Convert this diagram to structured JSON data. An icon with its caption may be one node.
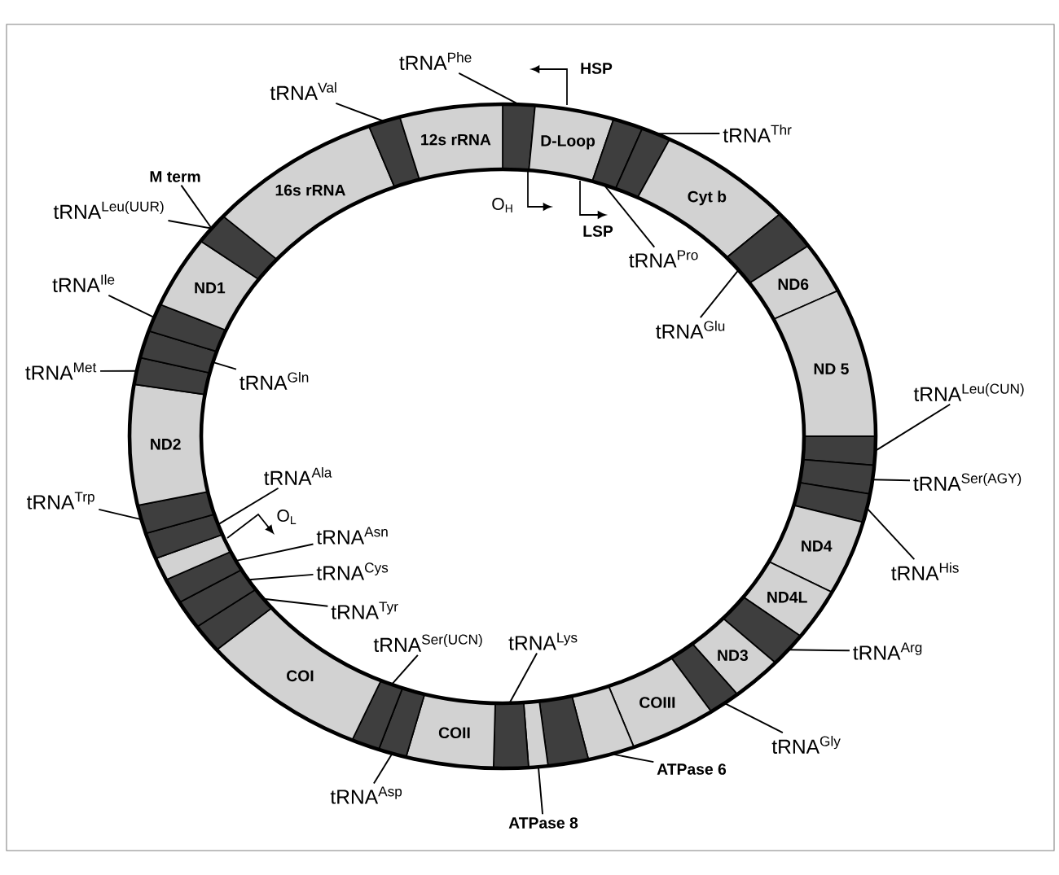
{
  "diagram": {
    "nodes": [
      {
        "text": [],
        "shape": "band"
      },
      {
        "text": [
          "D-Loop"
        ]
      },
      {
        "text": [],
        "shape": "band"
      },
      {
        "text": [],
        "shape": "band"
      },
      {
        "text": [
          "Cyt b"
        ]
      },
      {
        "text": [],
        "shape": "band"
      },
      {
        "text": [
          "ND6"
        ]
      },
      {
        "text": [
          "ND 5"
        ]
      },
      {
        "text": [],
        "shape": "band"
      },
      {
        "text": [],
        "shape": "band"
      },
      {
        "text": [],
        "shape": "band"
      },
      {
        "text": [
          "ND4"
        ]
      },
      {
        "text": [
          "ND4L"
        ]
      },
      {
        "text": [],
        "shape": "band"
      },
      {
        "text": [
          "ND3"
        ]
      },
      {
        "text": [],
        "shape": "band"
      },
      {
        "text": [
          "COIII"
        ]
      },
      {
        "text": [],
        "shape": "band"
      },
      {
        "text": [],
        "shape": "band"
      },
      {
        "text": [],
        "shape": "band"
      },
      {
        "text": [],
        "shape": "band"
      },
      {
        "text": [
          "COII"
        ]
      },
      {
        "text": [],
        "shape": "band"
      },
      {
        "text": [],
        "shape": "band"
      },
      {
        "text": [
          "COI"
        ]
      },
      {
        "text": [],
        "shape": "band"
      },
      {
        "text": [],
        "shape": "band"
      },
      {
        "text": [],
        "shape": "band"
      },
      {
        "text": [],
        "shape": "band"
      },
      {
        "text": [],
        "shape": "band"
      },
      {
        "text": [],
        "shape": "band"
      },
      {
        "text": [
          "ND2"
        ]
      },
      {
        "text": [],
        "shape": "band"
      },
      {
        "text": [],
        "shape": "band"
      },
      {
        "text": [],
        "shape": "band"
      },
      {
        "text": [
          "ND1"
        ]
      },
      {
        "text": [],
        "shape": "band"
      },
      {
        "text": [
          "16s rRNA"
        ]
      },
      {
        "text": [],
        "shape": "band"
      },
      {
        "text": [
          "12s rRNA"
        ]
      },
      {
        "text": [
          "tRNA$^{Phe}$"
        ]
      },
      {
        "text": [
          "tRNA$^{Val}$"
        ]
      },
      {
        "text": [
          "M term"
        ]
      },
      {
        "text": [
          "tRNA$^{Leu(UUR)}$"
        ]
      },
      {
        "text": [
          "tRNA$^{Ile}$"
        ]
      },
      {
        "text": [
          "tRNA$^{Met}$"
        ]
      },
      {
        "text": [
          "tRNA$^{Gln}$"
        ]
      },
      {
        "text": [
          "tRNA$^{Trp}$"
        ]
      },
      {
        "text": [
          "tRNA$^{Ala}$"
        ]
      },
      {
        "text": [
          "tRNA$^{Asn}$"
        ]
      },
      {
        "text": [
          "tRNA$^{Cys}$"
        ]
      },
      {
        "text": [
          "tRNA$^{Tyr}$"
        ]
      },
      {
        "text": [
          "tRNA$^{Ser(UCN)}$"
        ]
      },
      {
        "text": [
          "tRNA$^{Lys}$"
        ]
      },
      {
        "text": [
          "tRNA$^{Asp}$"
        ]
      },
      {
        "text": [
          "ATPase 8"
        ]
      },
      {
        "text": [
          "ATPase 6"
        ]
      },
      {
        "text": [
          "tRNA$^{Gly}$"
        ]
      },
      {
        "text": [
          "tRNA$^{Arg}$"
        ]
      },
      {
        "text": [
          "tRNA$^{His}$"
        ]
      },
      {
        "text": [
          "tRNA$^{Ser(AGY)}$"
        ]
      },
      {
        "text": [
          "tRNA$^{Leu(CUN)}$"
        ]
      },
      {
        "text": [
          "tRNA$^{Glu}$"
        ]
      },
      {
        "text": [
          "tRNA$^{Pro}$"
        ]
      },
      {
        "text": [
          "tRNA$^{Thr}$"
        ]
      }
    ],
    "edges": [
      {
        "from": 40,
        "to": 0,
        "arrow": "none"
      },
      {
        "from": 41,
        "to": 38,
        "arrow": "none"
      },
      {
        "from": 42,
        "to": 36,
        "arrow": "none"
      },
      {
        "from": 43,
        "to": 36,
        "arrow": "none"
      },
      {
        "from": 44,
        "to": 34,
        "arrow": "none"
      },
      {
        "from": 45,
        "to": 32,
        "arrow": "none"
      },
      {
        "from": 46,
        "to": 33,
        "arrow": "none"
      },
      {
        "from": 47,
        "to": 30,
        "arrow": "none"
      },
      {
        "from": 48,
        "to": 29,
        "arrow": "none"
      },
      {
        "from": 49,
        "to": 27,
        "arrow": "none"
      },
      {
        "from": 50,
        "to": 26,
        "arrow": "none"
      },
      {
        "from": 51,
        "to": 25,
        "arrow": "none"
      },
      {
        "from": 52,
        "to": 23,
        "arrow": "none"
      },
      {
        "from": 53,
        "to": 20,
        "arrow": "none"
      },
      {
        "from": 54,
        "to": 22,
        "arrow": "none"
      },
      {
        "from": 55,
        "to": 19,
        "arrow": "none"
      },
      {
        "from": 56,
        "to": 17,
        "arrow": "none"
      },
      {
        "from": 57,
        "to": 15,
        "arrow": "none"
      },
      {
        "from": 58,
        "to": 13,
        "arrow": "none"
      },
      {
        "from": 59,
        "to": 10,
        "arrow": "none"
      },
      {
        "from": 60,
        "to": 9,
        "arrow": "none"
      },
      {
        "from": 61,
        "to": 8,
        "arrow": "none"
      },
      {
        "from": 62,
        "to": 5,
        "arrow": "none"
      },
      {
        "from": 63,
        "to": 2,
        "arrow": "none"
      },
      {
        "from": 64,
        "to": 3,
        "arrow": "none"
      }
    ],
    "labels": [
      "HSP",
      "O$_{H}$",
      "LSP",
      "O$_{L}$"
    ]
  }
}
